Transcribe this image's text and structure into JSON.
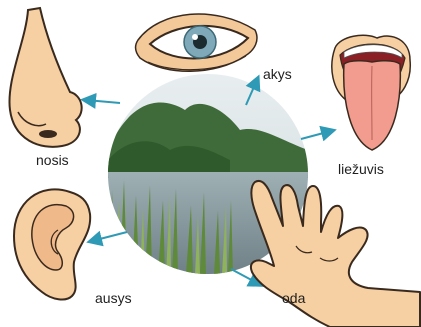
{
  "diagram": {
    "center": {
      "subject": "nature-scene-lake"
    },
    "senses": [
      {
        "id": "nose",
        "label": "nosis",
        "icon": "nose-icon"
      },
      {
        "id": "eye",
        "label": "akys",
        "icon": "eye-icon"
      },
      {
        "id": "tongue",
        "label": "liežuvis",
        "icon": "tongue-icon"
      },
      {
        "id": "ear",
        "label": "ausys",
        "icon": "ear-icon"
      },
      {
        "id": "skin",
        "label": "oda",
        "icon": "hand-icon"
      }
    ],
    "colors": {
      "arrow": "#2e9ab5",
      "skin": "#f6cfa3",
      "skin_outline": "#3a2a1e",
      "iris": "#7fa9b8",
      "tongue": "#f29b8f"
    }
  }
}
